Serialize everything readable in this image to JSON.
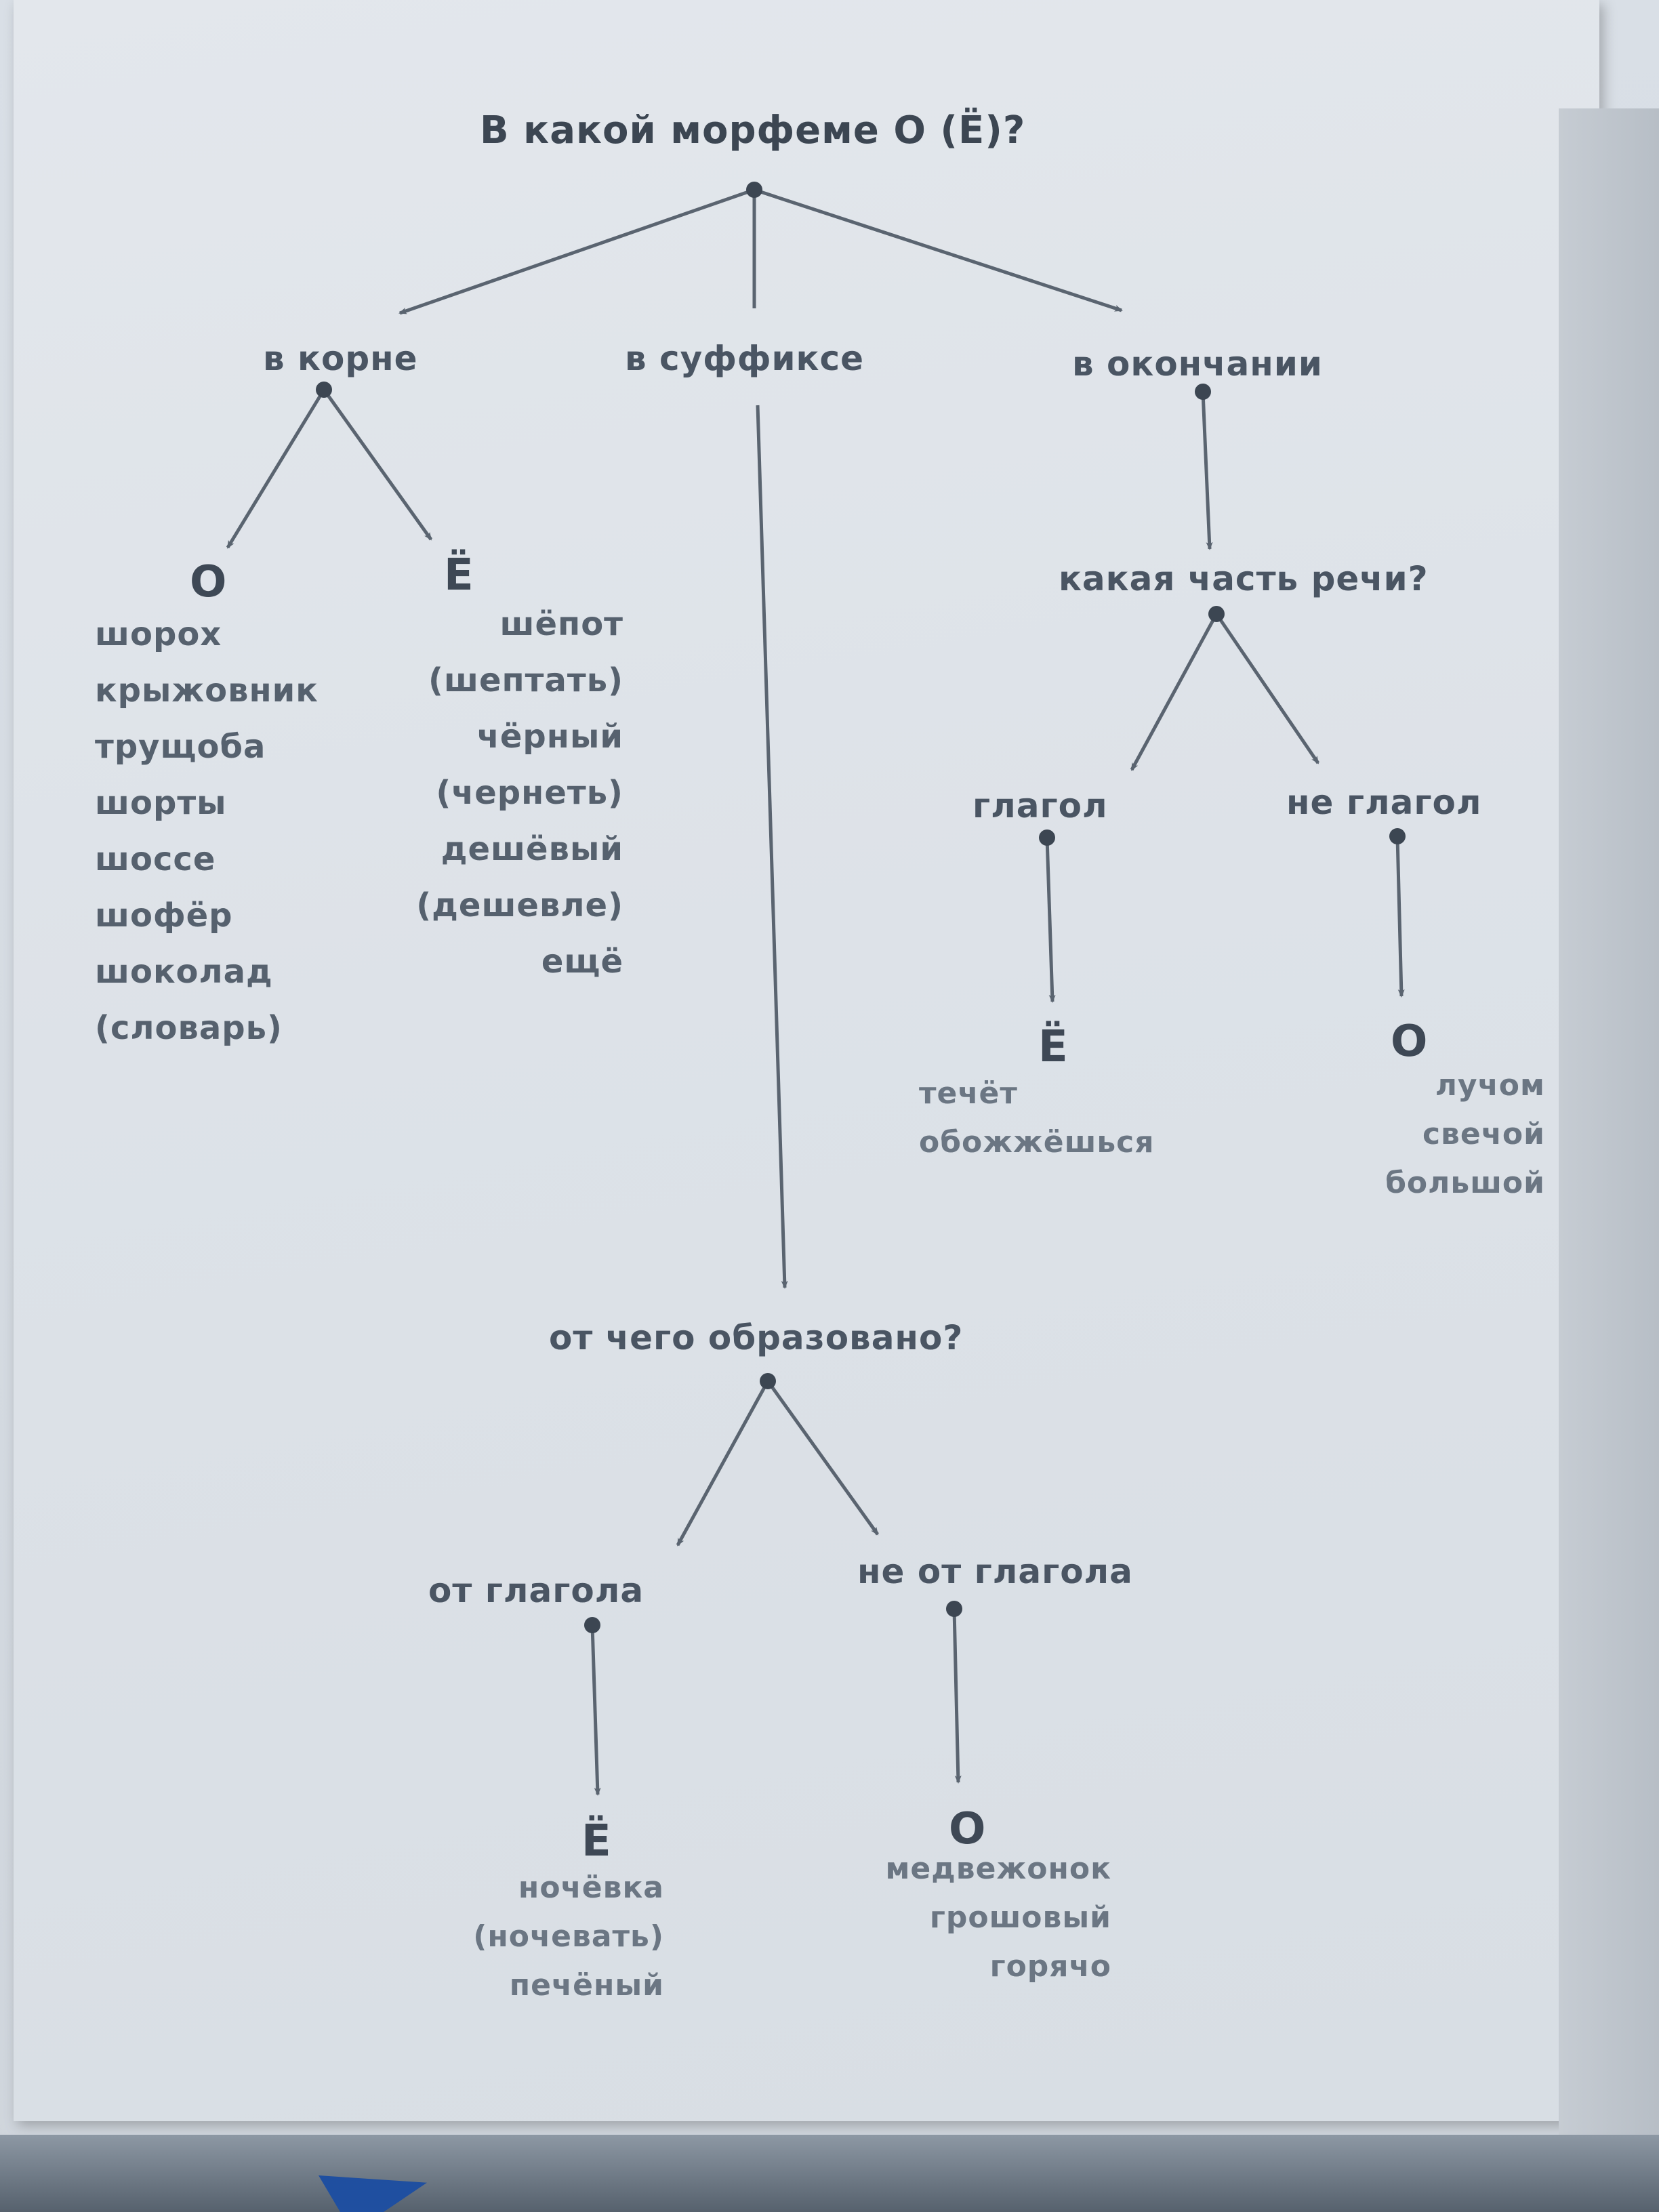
{
  "title": "В какой морфеме О (Ё)?",
  "branches": {
    "root": "в корне",
    "suffix": "в суффиксе",
    "ending": "в окончании"
  },
  "root_branch": {
    "o_letter": "О",
    "yo_letter": "Ё",
    "o_words": [
      "шорох",
      "крыжовник",
      "трущоба",
      "шорты",
      "шоссе",
      "шофёр",
      "шоколад",
      "(словарь)"
    ],
    "yo_words": [
      "шёпот",
      "(шептать)",
      "чёрный",
      "(чернеть)",
      "дешёвый",
      "(дешевле)",
      "ещё"
    ]
  },
  "ending_branch": {
    "question": "какая часть речи?",
    "verb": "глагол",
    "not_verb": "не глагол",
    "verb_letter": "Ё",
    "not_verb_letter": "О",
    "verb_words": [
      "течёт",
      "обожжёшься"
    ],
    "not_verb_words": [
      "лучом",
      "свечой",
      "большой"
    ]
  },
  "suffix_branch": {
    "question": "от чего образовано?",
    "from_verb": "от глагола",
    "not_from_verb": "не от глагола",
    "from_verb_letter": "Ё",
    "not_from_verb_letter": "О",
    "from_verb_words": [
      "ночёвка",
      "(ночевать)",
      "печёный"
    ],
    "not_from_verb_words": [
      "медвежонок",
      "грошовый",
      "горячо"
    ]
  },
  "colors": {
    "ink": "#3c4652",
    "paper": "#dde2e8",
    "line": "#5a6470"
  }
}
